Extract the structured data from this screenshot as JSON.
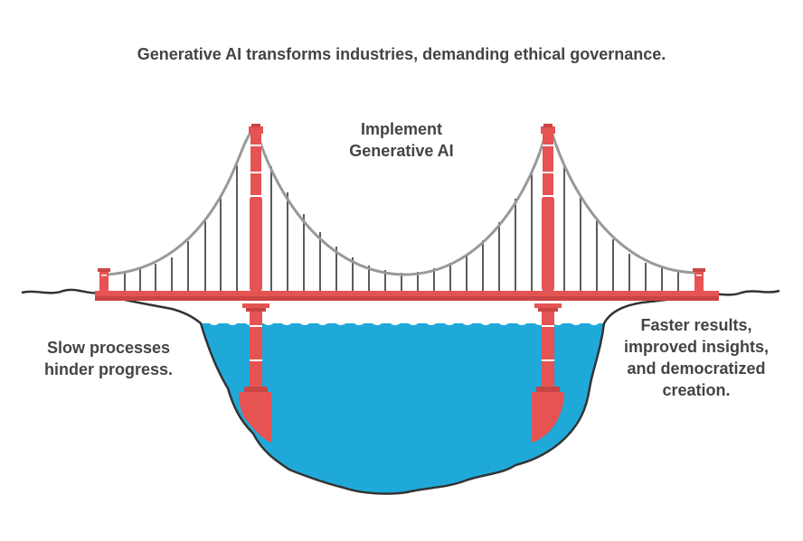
{
  "title": "Generative AI transforms industries, demanding ethical governance.",
  "bridge_label": [
    "Implement",
    "Generative AI"
  ],
  "left_label": [
    "Slow processes",
    "hinder progress."
  ],
  "right_label": [
    "Faster results,",
    "improved insights,",
    "and democratized",
    "creation."
  ],
  "colors": {
    "tower": "#e55353",
    "tower_dark": "#c94545",
    "water": "#1fa9d9",
    "cable": "#999999",
    "hanger": "#333333",
    "ground": "#333333",
    "text": "#444444"
  },
  "icons": [
    "suspension-bridge-icon",
    "water-icon"
  ]
}
